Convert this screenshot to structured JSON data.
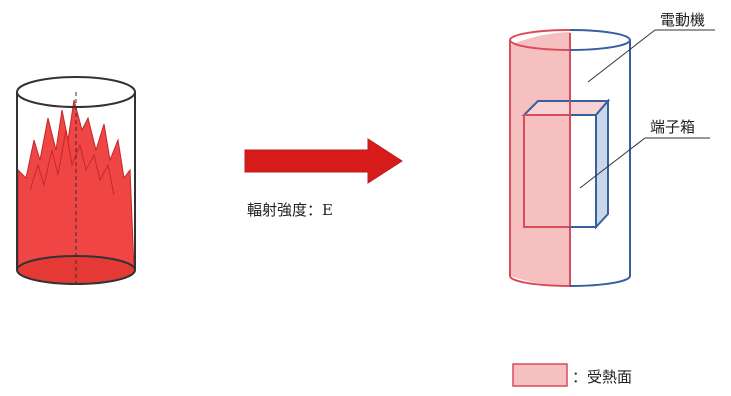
{
  "labels": {
    "radiation": "輻射強度：E",
    "motor": "電動機",
    "terminal_box": "端子箱",
    "legend": "：受熱面"
  },
  "colors": {
    "flame": "#e53935",
    "flame_fill": "#ef4545",
    "arrow": "#d81b1b",
    "heat_face": "#f6c0c0",
    "outline_blue": "#3a5f9e",
    "outline_red": "#d94c5c"
  }
}
